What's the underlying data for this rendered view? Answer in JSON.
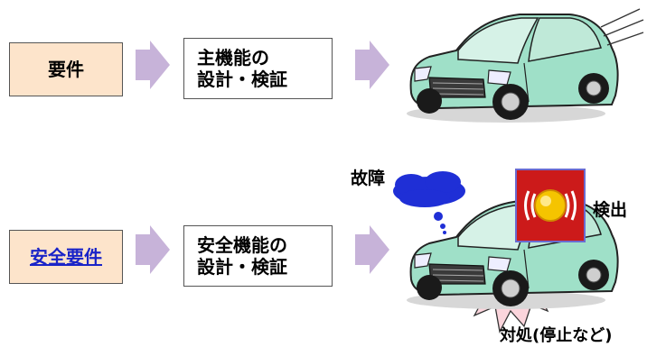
{
  "row1": {
    "requirement": "要件",
    "design_line1": "主機能の",
    "design_line2": "設計・検証"
  },
  "row2": {
    "requirement": "安全要件",
    "design_line1": "安全機能の",
    "design_line2": "設計・検証",
    "fault_label": "故障",
    "detect_label": "検出",
    "response_label": "対処(停止など)"
  },
  "colors": {
    "req_fill": "#fde4cb",
    "arrow_fill": "#c7b3d9",
    "car_body": "#9fe0c8",
    "cloud_fill": "#1f2fd6",
    "alarm_panel": "#cc1a1a",
    "alarm_light": "#f5c400",
    "impact_fill": "#fbd5dc"
  }
}
